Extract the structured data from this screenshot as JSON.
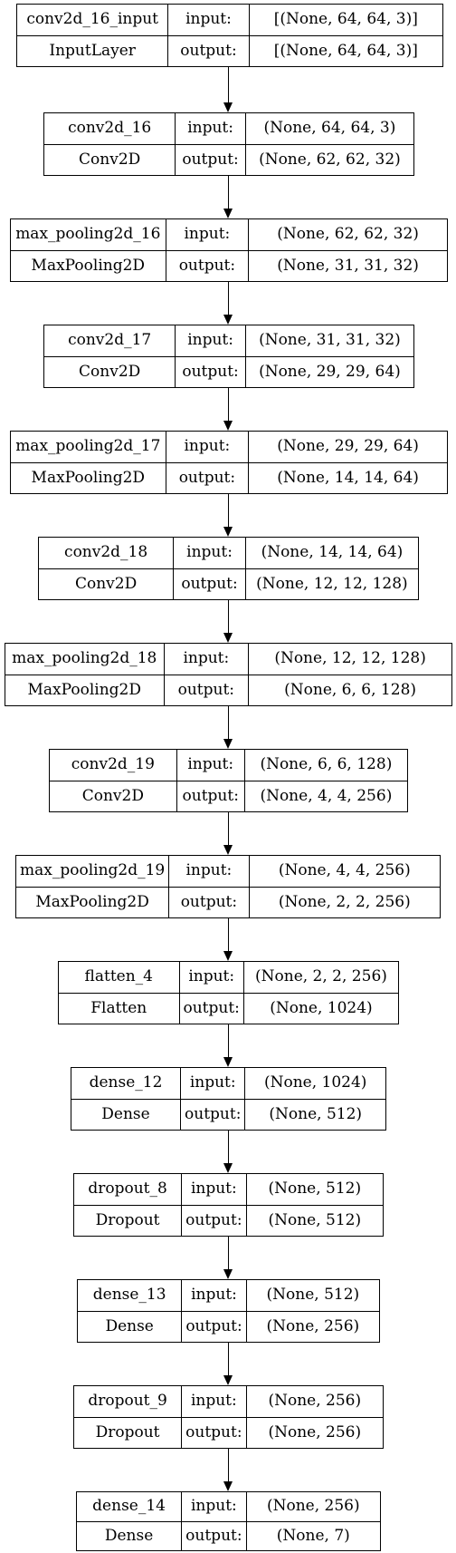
{
  "diagram": {
    "layers": [
      {
        "name": "conv2d_16_input",
        "type": "InputLayer",
        "input_label": "input:",
        "output_label": "output:",
        "input_shape": "[(None, 64, 64, 3)]",
        "output_shape": "[(None, 64, 64, 3)]"
      },
      {
        "name": "conv2d_16",
        "type": "Conv2D",
        "input_label": "input:",
        "output_label": "output:",
        "input_shape": "(None, 64, 64, 3)",
        "output_shape": "(None, 62, 62, 32)"
      },
      {
        "name": "max_pooling2d_16",
        "type": "MaxPooling2D",
        "input_label": "input:",
        "output_label": "output:",
        "input_shape": "(None, 62, 62, 32)",
        "output_shape": "(None, 31, 31, 32)"
      },
      {
        "name": "conv2d_17",
        "type": "Conv2D",
        "input_label": "input:",
        "output_label": "output:",
        "input_shape": "(None, 31, 31, 32)",
        "output_shape": "(None, 29, 29, 64)"
      },
      {
        "name": "max_pooling2d_17",
        "type": "MaxPooling2D",
        "input_label": "input:",
        "output_label": "output:",
        "input_shape": "(None, 29, 29, 64)",
        "output_shape": "(None, 14, 14, 64)"
      },
      {
        "name": "conv2d_18",
        "type": "Conv2D",
        "input_label": "input:",
        "output_label": "output:",
        "input_shape": "(None, 14, 14, 64)",
        "output_shape": "(None, 12, 12, 128)"
      },
      {
        "name": "max_pooling2d_18",
        "type": "MaxPooling2D",
        "input_label": "input:",
        "output_label": "output:",
        "input_shape": "(None, 12, 12, 128)",
        "output_shape": "(None, 6, 6, 128)"
      },
      {
        "name": "conv2d_19",
        "type": "Conv2D",
        "input_label": "input:",
        "output_label": "output:",
        "input_shape": "(None, 6, 6, 128)",
        "output_shape": "(None, 4, 4, 256)"
      },
      {
        "name": "max_pooling2d_19",
        "type": "MaxPooling2D",
        "input_label": "input:",
        "output_label": "output:",
        "input_shape": "(None, 4, 4, 256)",
        "output_shape": "(None, 2, 2, 256)"
      },
      {
        "name": "flatten_4",
        "type": "Flatten",
        "input_label": "input:",
        "output_label": "output:",
        "input_shape": "(None, 2, 2, 256)",
        "output_shape": "(None, 1024)"
      },
      {
        "name": "dense_12",
        "type": "Dense",
        "input_label": "input:",
        "output_label": "output:",
        "input_shape": "(None, 1024)",
        "output_shape": "(None, 512)"
      },
      {
        "name": "dropout_8",
        "type": "Dropout",
        "input_label": "input:",
        "output_label": "output:",
        "input_shape": "(None, 512)",
        "output_shape": "(None, 512)"
      },
      {
        "name": "dense_13",
        "type": "Dense",
        "input_label": "input:",
        "output_label": "output:",
        "input_shape": "(None, 512)",
        "output_shape": "(None, 256)"
      },
      {
        "name": "dropout_9",
        "type": "Dropout",
        "input_label": "input:",
        "output_label": "output:",
        "input_shape": "(None, 256)",
        "output_shape": "(None, 256)"
      },
      {
        "name": "dense_14",
        "type": "Dense",
        "input_label": "input:",
        "output_label": "output:",
        "input_shape": "(None, 256)",
        "output_shape": "(None, 7)"
      }
    ]
  }
}
